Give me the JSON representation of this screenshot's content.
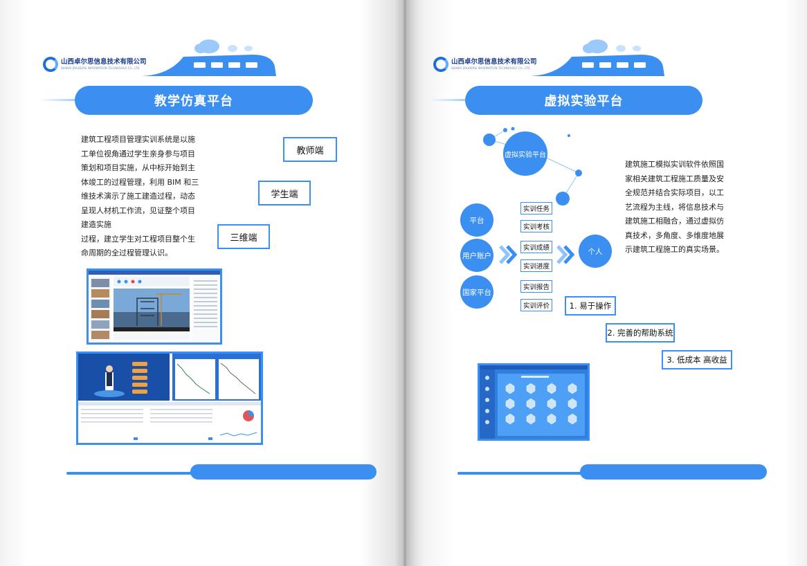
{
  "company": {
    "name_cn": "山西卓尔思信息技术有限公司",
    "name_en": "SHANXI ZHUOERSI INFORMATION TECHNOLOGY CO., LTD"
  },
  "left_page": {
    "title": "教学仿真平台",
    "paragraph_lines": [
      "建筑工程项目管理实训系统是以施",
      "工单位视角通过学生亲身参与项目",
      "策划和项目实施，从中标开始到主",
      "体竣工的过程管理，利用 BIM 和三",
      "维技术演示了施工建造过程，动态",
      "呈现人材机工作流，见证整个项目",
      "建造实施",
      "过程，建立学生对工程项目整个生",
      "命周期的全过程管理认识。"
    ],
    "tags": {
      "teacher": "教师端",
      "student": "学生端",
      "three_d": "三维端"
    }
  },
  "right_page": {
    "title": "虚拟实验平台",
    "network_circle": "虚拟实验平台",
    "left_circles": {
      "platform": "平台",
      "user_account": "用户账户",
      "national_platform": "国家平台"
    },
    "middle_tags": [
      "实训任务",
      "实训考核",
      "实训成绩",
      "实训进度",
      "实训报告",
      "实训评价"
    ],
    "person_circle": "个人",
    "paragraph_lines": [
      "建筑施工模拟实训软件依照国",
      "家相关建筑工程施工质量及安",
      "全规范并结合实际项目，以工",
      "艺流程为主线，将信息技术与",
      "建筑施工相融合，通过虚拟仿",
      "真技术，多角度、多维度地展",
      "示建筑工程施工的真实场景。"
    ],
    "features": {
      "f1": "1. 易于操作",
      "f2": "2. 完善的帮助系统",
      "f3": "3. 低成本 高收益"
    }
  },
  "colors": {
    "accent": "#3a8ff0",
    "accent_light": "#8fc3fb",
    "text": "#222222"
  }
}
